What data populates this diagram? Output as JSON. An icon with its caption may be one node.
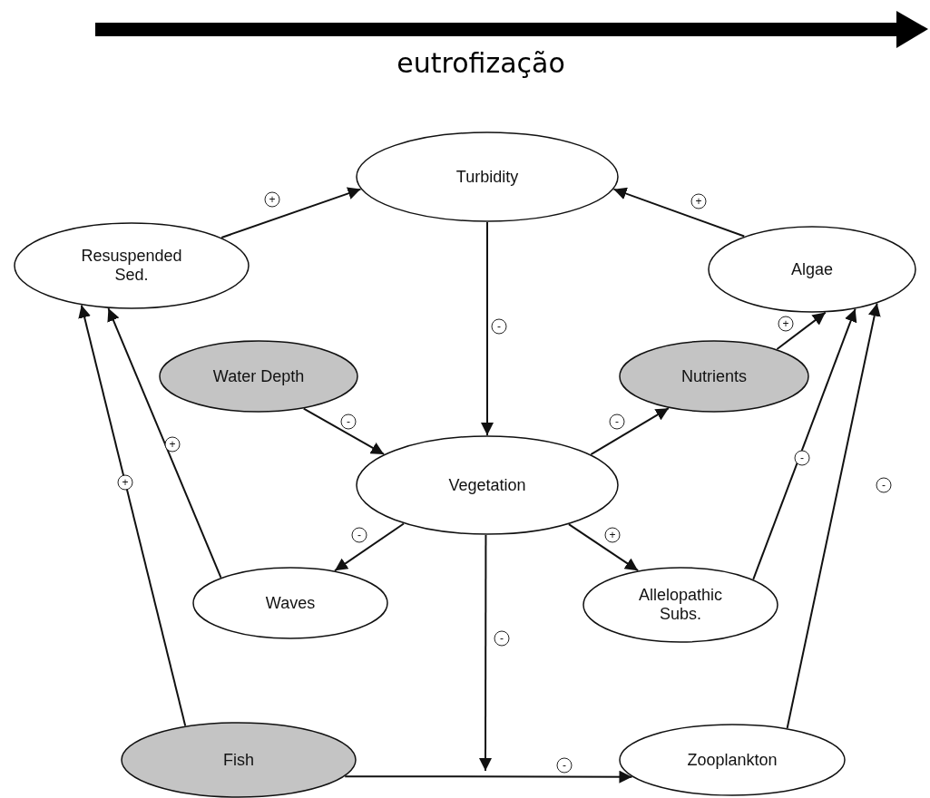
{
  "diagram": {
    "nodes": [
      {
        "text": [
          "Turbidity"
        ]
      },
      {
        "text": [
          "Resuspended Sed."
        ]
      },
      {
        "text": [
          "Algae"
        ]
      },
      {
        "text": [
          "Water Depth"
        ]
      },
      {
        "text": [
          "Nutrients"
        ]
      },
      {
        "text": [
          "Vegetation"
        ]
      },
      {
        "text": [
          "Waves"
        ]
      },
      {
        "text": [
          "Allelopathic Subs."
        ]
      },
      {
        "text": [
          "Fish"
        ]
      },
      {
        "text": [
          "Zooplankton"
        ]
      }
    ],
    "edges": [
      {
        "from": 1,
        "to": 0,
        "arrow": "to",
        "label": "+"
      },
      {
        "from": 2,
        "to": 0,
        "arrow": "to",
        "label": "+"
      },
      {
        "from": 0,
        "to": 5,
        "arrow": "to",
        "label": "-"
      },
      {
        "from": 3,
        "to": 5,
        "arrow": "to",
        "label": "-"
      },
      {
        "from": 5,
        "to": 4,
        "arrow": "to",
        "label": "-"
      },
      {
        "from": 4,
        "to": 2,
        "arrow": "to",
        "label": "+"
      },
      {
        "from": 5,
        "to": 6,
        "arrow": "to",
        "label": "-"
      },
      {
        "from": 5,
        "to": 7,
        "arrow": "to",
        "label": "+"
      },
      {
        "from": 6,
        "to": 1,
        "arrow": "to",
        "label": "+"
      },
      {
        "from": 8,
        "to": 1,
        "arrow": "to",
        "label": "+"
      },
      {
        "from": 7,
        "to": 2,
        "arrow": "to",
        "label": "-"
      },
      {
        "from": 9,
        "to": 2,
        "arrow": "to",
        "label": "-"
      },
      {
        "from": 5,
        "to": null,
        "arrow": "to",
        "label": "-"
      },
      {
        "from": 8,
        "to": 9,
        "arrow": "to",
        "label": "-"
      }
    ],
    "labels": [
      "eutrofização"
    ]
  }
}
